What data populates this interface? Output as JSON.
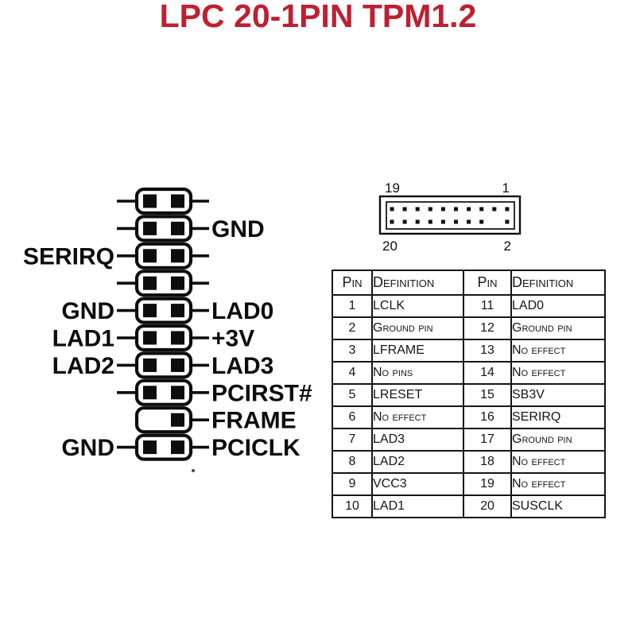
{
  "title": {
    "text": "LPC 20-1PIN TPM1.2",
    "color": "#bf2031"
  },
  "colors": {
    "ink": "#0d0d0d",
    "table_border": "#161616"
  },
  "header_diagram": {
    "rows": [
      {
        "left_label": "",
        "right_label": "",
        "left_line": true,
        "right_line": true,
        "left_pin": true,
        "right_pin": true
      },
      {
        "left_label": "",
        "right_label": "GND",
        "left_line": true,
        "right_line": true,
        "left_pin": true,
        "right_pin": true
      },
      {
        "left_label": "SERIRQ",
        "right_label": "",
        "left_line": true,
        "right_line": true,
        "left_pin": true,
        "right_pin": true
      },
      {
        "left_label": "",
        "right_label": "",
        "left_line": true,
        "right_line": true,
        "left_pin": true,
        "right_pin": true
      },
      {
        "left_label": "GND",
        "right_label": "LAD0",
        "left_line": true,
        "right_line": true,
        "left_pin": true,
        "right_pin": true
      },
      {
        "left_label": "LAD1",
        "right_label": "+3V",
        "left_line": true,
        "right_line": true,
        "left_pin": true,
        "right_pin": true
      },
      {
        "left_label": "LAD2",
        "right_label": "LAD3",
        "left_line": true,
        "right_line": true,
        "left_pin": true,
        "right_pin": true
      },
      {
        "left_label": "",
        "right_label": "PCIRST#",
        "left_line": true,
        "right_line": true,
        "left_pin": true,
        "right_pin": true
      },
      {
        "left_label": "",
        "right_label": "FRAME",
        "left_line": false,
        "right_line": true,
        "left_pin": false,
        "right_pin": true
      },
      {
        "left_label": "GND",
        "right_label": "PCICLK",
        "left_line": true,
        "right_line": true,
        "left_pin": true,
        "right_pin": true
      }
    ]
  },
  "connector": {
    "corner_labels": {
      "top_left": "19",
      "top_right": "1",
      "bottom_left": "20",
      "bottom_right": "2"
    },
    "columns": 10,
    "rows": 2,
    "missing_bottom_column_index": 8
  },
  "table": {
    "headers": [
      "Pin",
      "Definition",
      "Pin",
      "Definition"
    ],
    "rows": [
      [
        "1",
        "LCLK",
        "11",
        "LAD0"
      ],
      [
        "2",
        "Ground pin",
        "12",
        "Ground pin"
      ],
      [
        "3",
        "LFRAME",
        "13",
        "No effect"
      ],
      [
        "4",
        "No pins",
        "14",
        "No effect"
      ],
      [
        "5",
        "LRESET",
        "15",
        "SB3V"
      ],
      [
        "6",
        "No effect",
        "16",
        "SERIRQ"
      ],
      [
        "7",
        "LAD3",
        "17",
        "Ground pin"
      ],
      [
        "8",
        "LAD2",
        "18",
        "No effect"
      ],
      [
        "9",
        "VCC3",
        "19",
        "No effect"
      ],
      [
        "10",
        "LAD1",
        "20",
        "SUSCLK"
      ]
    ]
  }
}
